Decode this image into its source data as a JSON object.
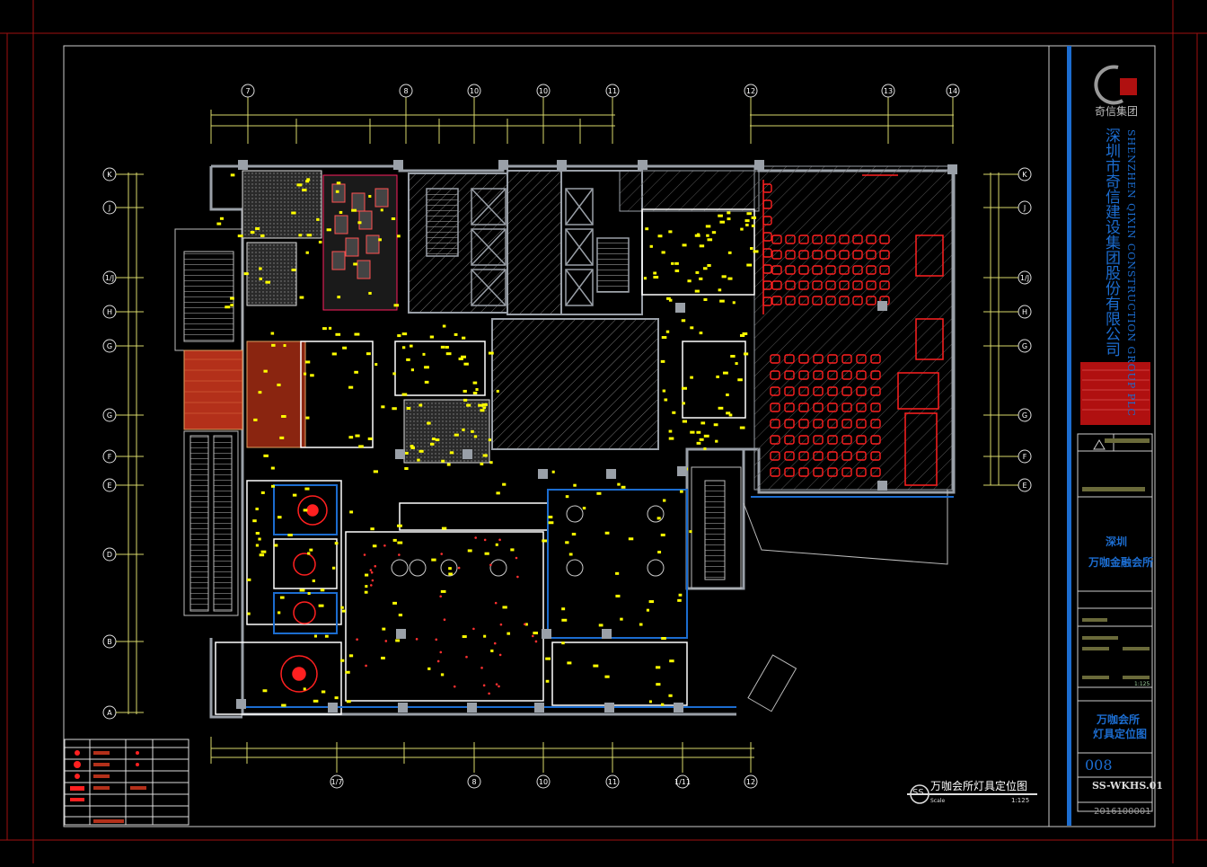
{
  "company": {
    "logo_text": "奇信集团",
    "name_cn": "深圳市奇信建设集团股份有限公司",
    "name_en": "SHENZHEN QIXIN CONSTRUCTION GROUP PLC"
  },
  "project": {
    "city": "深圳",
    "name": "万咖金融会所"
  },
  "drawing": {
    "title_line1": "万咖会所",
    "title_line2": "灯具定位图",
    "plan_title": "万咖会所灯具定位图",
    "plan_symbol": "SS",
    "scale_label": "Scale",
    "scale_value": "1:125",
    "sheet_no": "008",
    "drawing_no": "SS-WKHS.01",
    "date_code": "2016100001"
  },
  "grid_top": [
    "7",
    "8",
    "10",
    "10",
    "11",
    "12",
    "13",
    "14"
  ],
  "grid_bottom": [
    "1/7",
    "8",
    "10",
    "11",
    "1/11",
    "12"
  ],
  "grid_left": [
    "K",
    "J",
    "1/J",
    "H",
    "G",
    "G",
    "F",
    "E",
    "D",
    "B",
    "A"
  ],
  "grid_right": [
    "K",
    "J",
    "1/J",
    "H",
    "G",
    "G",
    "F",
    "E"
  ],
  "colors": {
    "wall": "#ffffff",
    "furniture_red": "#ff2020",
    "light_yellow": "#ffff00",
    "dimension": "#d9d96a",
    "frame_red": "#a01010",
    "accent_blue": "#1c6dd0",
    "wall_grey": "#9aa0a8",
    "wood_fill": "#b3301a",
    "text_green": "#9fd39f"
  }
}
